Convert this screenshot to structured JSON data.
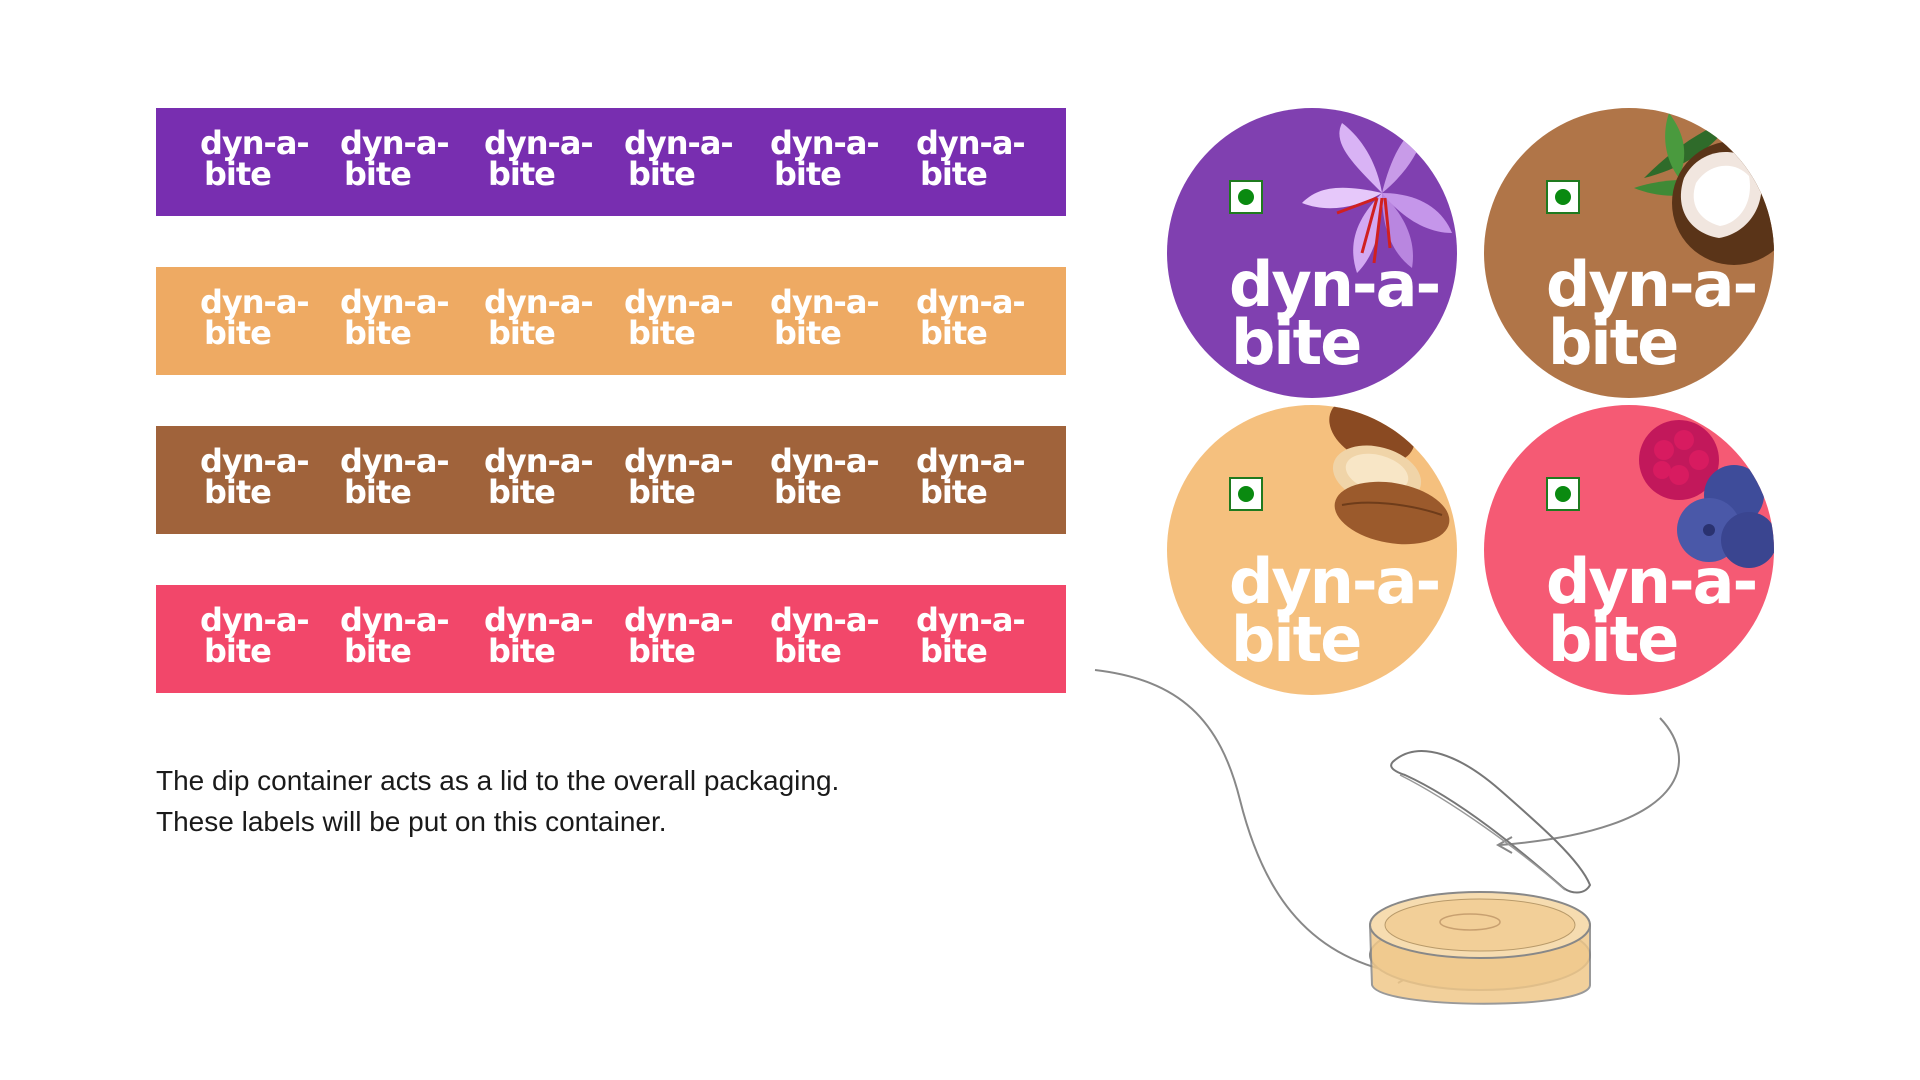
{
  "brand": {
    "line1": "dyn-a-",
    "line2": "bite"
  },
  "colors": {
    "purple": "#782EB0",
    "orange": "#EEAA63",
    "brown": "#A0633B",
    "pink": "#F2476A",
    "circle_purple": "#8040B0",
    "circle_brown": "#B07548",
    "circle_peach": "#F5C07E",
    "circle_pink": "#F55A74",
    "veg_mark": "#0A8A10"
  },
  "bands": [
    {
      "name": "purple",
      "color": "#782EB0"
    },
    {
      "name": "orange",
      "color": "#EEAA63"
    },
    {
      "name": "brown",
      "color": "#A0633B"
    },
    {
      "name": "pink",
      "color": "#F2476A"
    }
  ],
  "circles": [
    {
      "name": "saffron",
      "color": "#8040B0",
      "icon": "saffron-flower-icon"
    },
    {
      "name": "coconut",
      "color": "#B07548",
      "icon": "coconut-icon"
    },
    {
      "name": "almond",
      "color": "#F5C07E",
      "icon": "almond-icon"
    },
    {
      "name": "berry",
      "color": "#F55A74",
      "icon": "berries-icon"
    }
  ],
  "caption": {
    "line1": "The dip container acts as a lid to the overall packaging.",
    "line2": "These labels will be put on this container."
  }
}
